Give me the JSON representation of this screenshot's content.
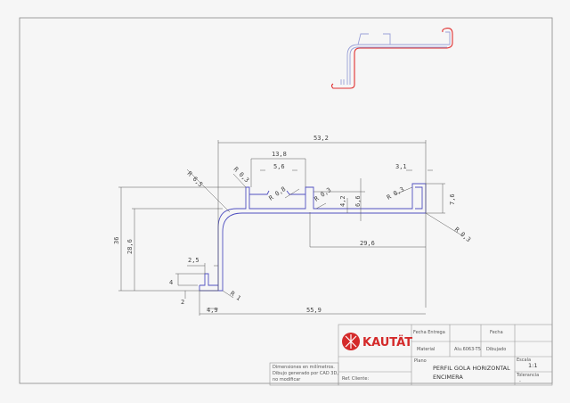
{
  "thumbnail": {
    "outline_color": "#e03030",
    "profile_color": "#8a8fd0"
  },
  "drawing": {
    "profile_color": "#5050c0",
    "dimensions": {
      "overall_width": "53,2",
      "channel_width": "13,8",
      "channel_opening": "5,6",
      "lip_width": "3,1",
      "radius_bend": "R 6,5",
      "radius_a": "R 0,3",
      "radius_b": "R 0,8",
      "radius_c": "R 0,3",
      "height_a": "4,2",
      "height_b": "6,6",
      "radius_d": "R 0,3",
      "lip_height": "7,6",
      "radius_e": "R 0,3",
      "span": "29,6",
      "total_height": "36",
      "height_vertical": "28,6",
      "foot_width": "2,5",
      "foot_height": "4",
      "foot_thickness": "2",
      "foot_offset": "4,9",
      "radius_foot": "R 1",
      "total_width": "55,9"
    }
  },
  "title_block": {
    "brand": "KAUTÄT",
    "brand_color": "#d42a2a",
    "fecha_entrega_label": "Fecha Entrega",
    "fecha_label": "Fecha",
    "material_label": "Material",
    "material_value": "Alu.6063-T5",
    "dibujado_label": "Dibujado",
    "plano_label": "Plano",
    "plano_value_line1": "PERFIL GOLA HORIZONTAL",
    "plano_value_line2": "ENCIMERA",
    "escala_label": "Escala",
    "escala_value": "1:1",
    "tolerancia_label": "Tolerancia",
    "tolerancia_value": "-",
    "ref_cliente_label": "Ref. Cliente:",
    "notes_line1": "Dimensiones en milímetros.",
    "notes_line2": "Dibujo generado por CAD 3D,",
    "notes_line3": "no modificar"
  }
}
